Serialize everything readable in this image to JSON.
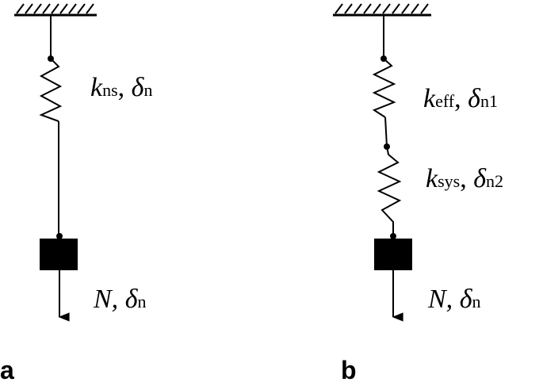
{
  "panels": {
    "a": {
      "label": "a",
      "spring": {
        "k_symbol": "k",
        "k_sub": "ns",
        "delta_symbol": "δ",
        "delta_sub": "n"
      },
      "load": {
        "force_symbol": "N,",
        "delta_symbol": "δ",
        "delta_sub": "n"
      }
    },
    "b": {
      "label": "b",
      "spring_top": {
        "k_symbol": "k",
        "k_sub": "eff",
        "delta_symbol": "δ",
        "delta_sub": "n1"
      },
      "spring_bottom": {
        "k_symbol": "k",
        "k_sub": "sys",
        "delta_symbol": "δ",
        "delta_sub": "n2"
      },
      "load": {
        "force_symbol": "N,",
        "delta_symbol": "δ",
        "delta_sub": "n"
      }
    }
  }
}
